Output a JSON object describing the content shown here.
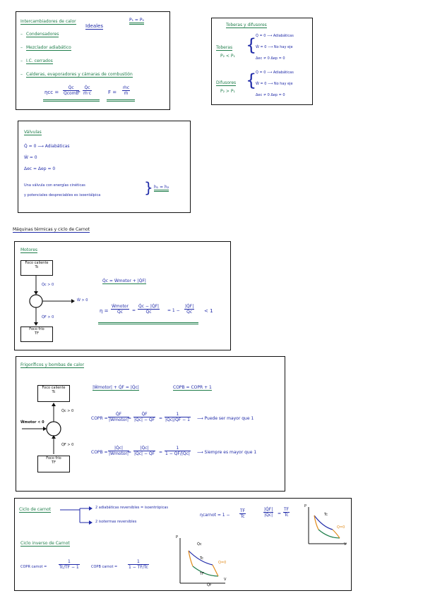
{
  "box1": {
    "title": "Intercambiadores de calor",
    "ideales": "Ideales",
    "cond": "P₁ = P₂",
    "items": [
      "Condensadores",
      "Mezclador adiabático",
      "I.C. cerrados",
      "Calderas, evaporadores y cámaras de combustión"
    ],
    "eta_lhs": "ηcc =",
    "eta_n1": "Q̇c",
    "eta_d1": "Qcomb",
    "eta_n2": "Q̇c",
    "eta_d2": "ṁ·c",
    "f_lhs": "F =",
    "f_n": "ṁc",
    "f_d": "ṁ"
  },
  "box2": {
    "title": "Toberas y difusores",
    "tobera": "Toberas",
    "tobera_cond": "P₂ < P₁",
    "t_lines": [
      "Q̇ = 0 ⟶ Adiabáticas",
      "Ẇ = 0 ⟶ No hay eje",
      "Δec ≠ 0     Δep = 0"
    ],
    "difusor": "Difusores",
    "difusor_cond": "P₂ > P₁",
    "d_lines": [
      "Q̇ = 0 ⟶ Adiabáticas",
      "Ẇ = 0 ⟶ No hay eje",
      "Δec ≠ 0     Δep = 0"
    ]
  },
  "box3": {
    "title": "Válvulas",
    "lines": [
      "Q̇ = 0 ⟶ Adiabáticas",
      "Ẇ = 0",
      "Δec = Δep = 0"
    ],
    "note1": "Una válvula con energías cinéticas",
    "note2": "y potenciales despreciables es isoentálpica",
    "result": "h₁ = h₂"
  },
  "section": "Máquinas térmicas y ciclo de Carnot",
  "box4": {
    "title": "Motores",
    "hot": "Foco caliente",
    "hot_t": "Tc",
    "cold": "Foco frío",
    "cold_t": "TF",
    "qc": "Q̇c > 0",
    "qf": "Q̇F > 0",
    "w": "Ẇ > 0",
    "eq1": "Q̇c = Ẇmotor + |Q̇F|",
    "eta": "η =",
    "f1n": "Ẇmotor",
    "f1d": "Q̇c",
    "f2n": "Q̇c − |Q̇F|",
    "f2d": "Q̇c",
    "one_minus": "= 1 −",
    "f3n": "|Q̇F|",
    "f3d": "Q̇c",
    "lt1": "< 1"
  },
  "box5": {
    "title": "Frigoríficos y bombas de calor",
    "hot": "Foco caliente",
    "hot_t": "Tc",
    "cold": "Foco frío",
    "cold_t": "TF",
    "w": "Ẇmotor < 0",
    "qc": "Q̇c > 0",
    "qf": "Q̇F > 0",
    "eq1": "|Ẇmotor| + Q̇F = |Q̇c|",
    "eq2": "COPB = COPR + 1",
    "copr": "COPR =",
    "r1n": "Q̇F",
    "r1d": "|Ẇmotor|",
    "r2n": "Q̇F",
    "r2d": "|Q̇c| − Q̇F",
    "r3n": "1",
    "r3d": "|Q̇c|/Q̇F − 1",
    "r_note": "⟶ Puede ser mayor que 1",
    "copb": "COPB =",
    "b1n": "|Q̇c|",
    "b1d": "|Ẇmotor|",
    "b2n": "|Q̇c|",
    "b2d": "|Q̇c| − Q̇F",
    "b3n": "1",
    "b3d": "1 − Q̇F/|Q̇c|",
    "b_note": "⟶ Siempre es mayor que 1"
  },
  "box6": {
    "title": "Ciclo de carnot",
    "branch1": "2 adiabáticas reversibles = isoentrópicas",
    "branch2": "2 isotermas reversibles",
    "eta": "ηcarnot = 1 −",
    "en": "TF",
    "ed": "Tc",
    "ratio_n1": "|Q̇F|",
    "ratio_d1": "|Q̇c|",
    "ratio_eq": "=",
    "ratio_n2": "TF",
    "ratio_d2": "Tc",
    "inv_title": "Ciclo inverso de Carnot",
    "copr": "COPR carnot =",
    "cr_n": "1",
    "cr_d": "Tc/TF − 1",
    "copb": "COPB carnot =",
    "cb_n": "1",
    "cb_d": "1 − TF/Tc",
    "plot_p": "P",
    "plot_v": "V",
    "plot_tc": "Tc",
    "plot_tf": "TF",
    "plot_qc": "Q̇c",
    "plot_qf": "Q̇F",
    "plot_q0": "Q=0"
  }
}
